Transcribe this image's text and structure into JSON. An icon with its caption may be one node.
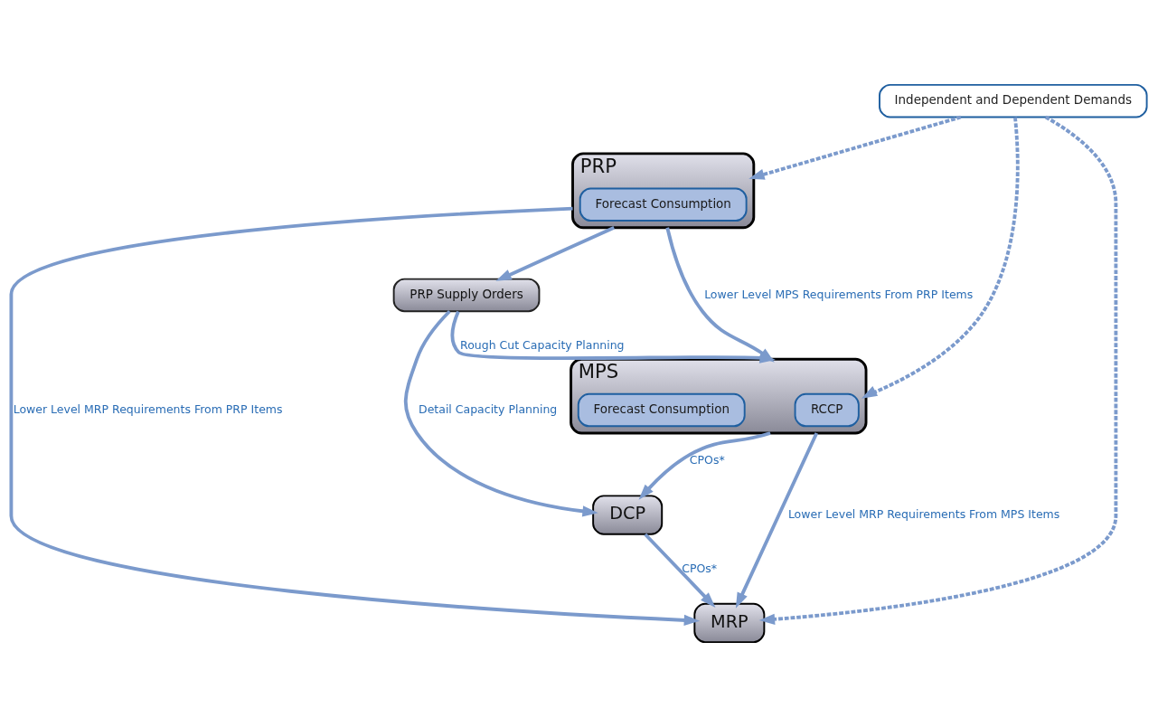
{
  "diagram": {
    "nodes": [
      {
        "text": [
          "Independent and Dependent Demands"
        ]
      },
      {
        "text": [
          "PRP"
        ]
      },
      {
        "text": [
          "Forecast Consumption"
        ],
        "in": 1
      },
      {
        "text": [
          "PRP Supply Orders"
        ]
      },
      {
        "text": [
          "MPS"
        ]
      },
      {
        "text": [
          "RCCP"
        ],
        "in": 4
      },
      {
        "text": [
          "Forecast Consumption"
        ],
        "in": 4
      },
      {
        "text": [
          "DCP"
        ]
      },
      {
        "text": [
          "MRP"
        ]
      }
    ],
    "edges": [
      {
        "from": 0,
        "to": 1,
        "arrow": "to",
        "style": "dashed"
      },
      {
        "from": 0,
        "to": 4,
        "arrow": "to",
        "style": "dashed"
      },
      {
        "from": 0,
        "to": 8,
        "arrow": "to",
        "style": "dashed"
      },
      {
        "from": 1,
        "to": 3,
        "arrow": "to"
      },
      {
        "from": 1,
        "to": 4,
        "arrow": "to",
        "label": "Lower Level MPS Requirements From PRP Items"
      },
      {
        "from": 1,
        "to": 8,
        "arrow": "to",
        "label": "Lower Level MRP Requirements From PRP Items"
      },
      {
        "from": 3,
        "to": 4,
        "arrow": "to",
        "label": "Rough Cut Capacity Planning"
      },
      {
        "from": 3,
        "to": 7,
        "arrow": "to",
        "label": "Detail Capacity Planning"
      },
      {
        "from": 4,
        "to": 7,
        "arrow": "to",
        "label": "CPOs*"
      },
      {
        "from": 4,
        "to": 8,
        "arrow": "to",
        "label": "Lower Level MRP Requirements From MPS Items"
      },
      {
        "from": 7,
        "to": 8,
        "arrow": "to",
        "label": "CPOs*"
      }
    ]
  }
}
